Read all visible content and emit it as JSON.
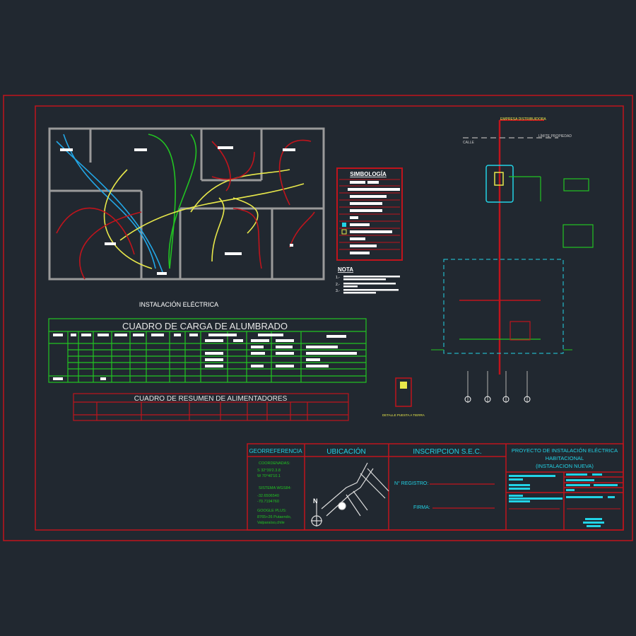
{
  "colors": {
    "background": "#212830",
    "frame": "#c0141c",
    "wall": "#9a9a9a",
    "green": "#22c422",
    "cyan": "#22d3e6",
    "yellow": "#e8e84a",
    "magenta": "#e23ce2",
    "white": "#ffffff"
  },
  "plan": {
    "caption": "INSTALACIÓN ELÉCTRICA"
  },
  "simbologia": {
    "title": "SIMBOLOGÍA"
  },
  "nota": {
    "title": "NOTA",
    "items": [
      "1.-",
      "2.-",
      "3.-"
    ]
  },
  "load_table": {
    "title": "CUADRO   DE  CARGA  DE  ALUMBRADO"
  },
  "feeder_table": {
    "title": "CUADRO  DE  RESUMEN  DE  ALIMENTADORES"
  },
  "schematic": {
    "company": "EMPRESA DISTRIBUIDORA",
    "property_limit": "LÍMITE PROPIEDAD",
    "street": "CALLE",
    "detail_label": "DETALLE PUESTA A TIERRA"
  },
  "title_block": {
    "geo_header": "GEORREFERENCIA",
    "geo_lines": [
      "COORDENADAS:",
      "S 32°39'2.3.8",
      "W 70°40'10.1",
      "SISTEMA WGS84:",
      "-32.6506540",
      "-70.7194760",
      "GOOGLE PLUS:",
      "8765+26 Putaendo,",
      "Valparaíso,chile"
    ],
    "location_header": "UBICACIÓN",
    "north": "N",
    "sec_header": "INSCRIPCION  S.E.C.",
    "registro_label": "N° REGISTRO:",
    "firma_label": "FIRMA:",
    "project_title": [
      "PROYECTO DE INSTALACIÓN ELÉCTRICA",
      "HABITACIONAL",
      "(INSTALACION  NUEVA)"
    ]
  }
}
